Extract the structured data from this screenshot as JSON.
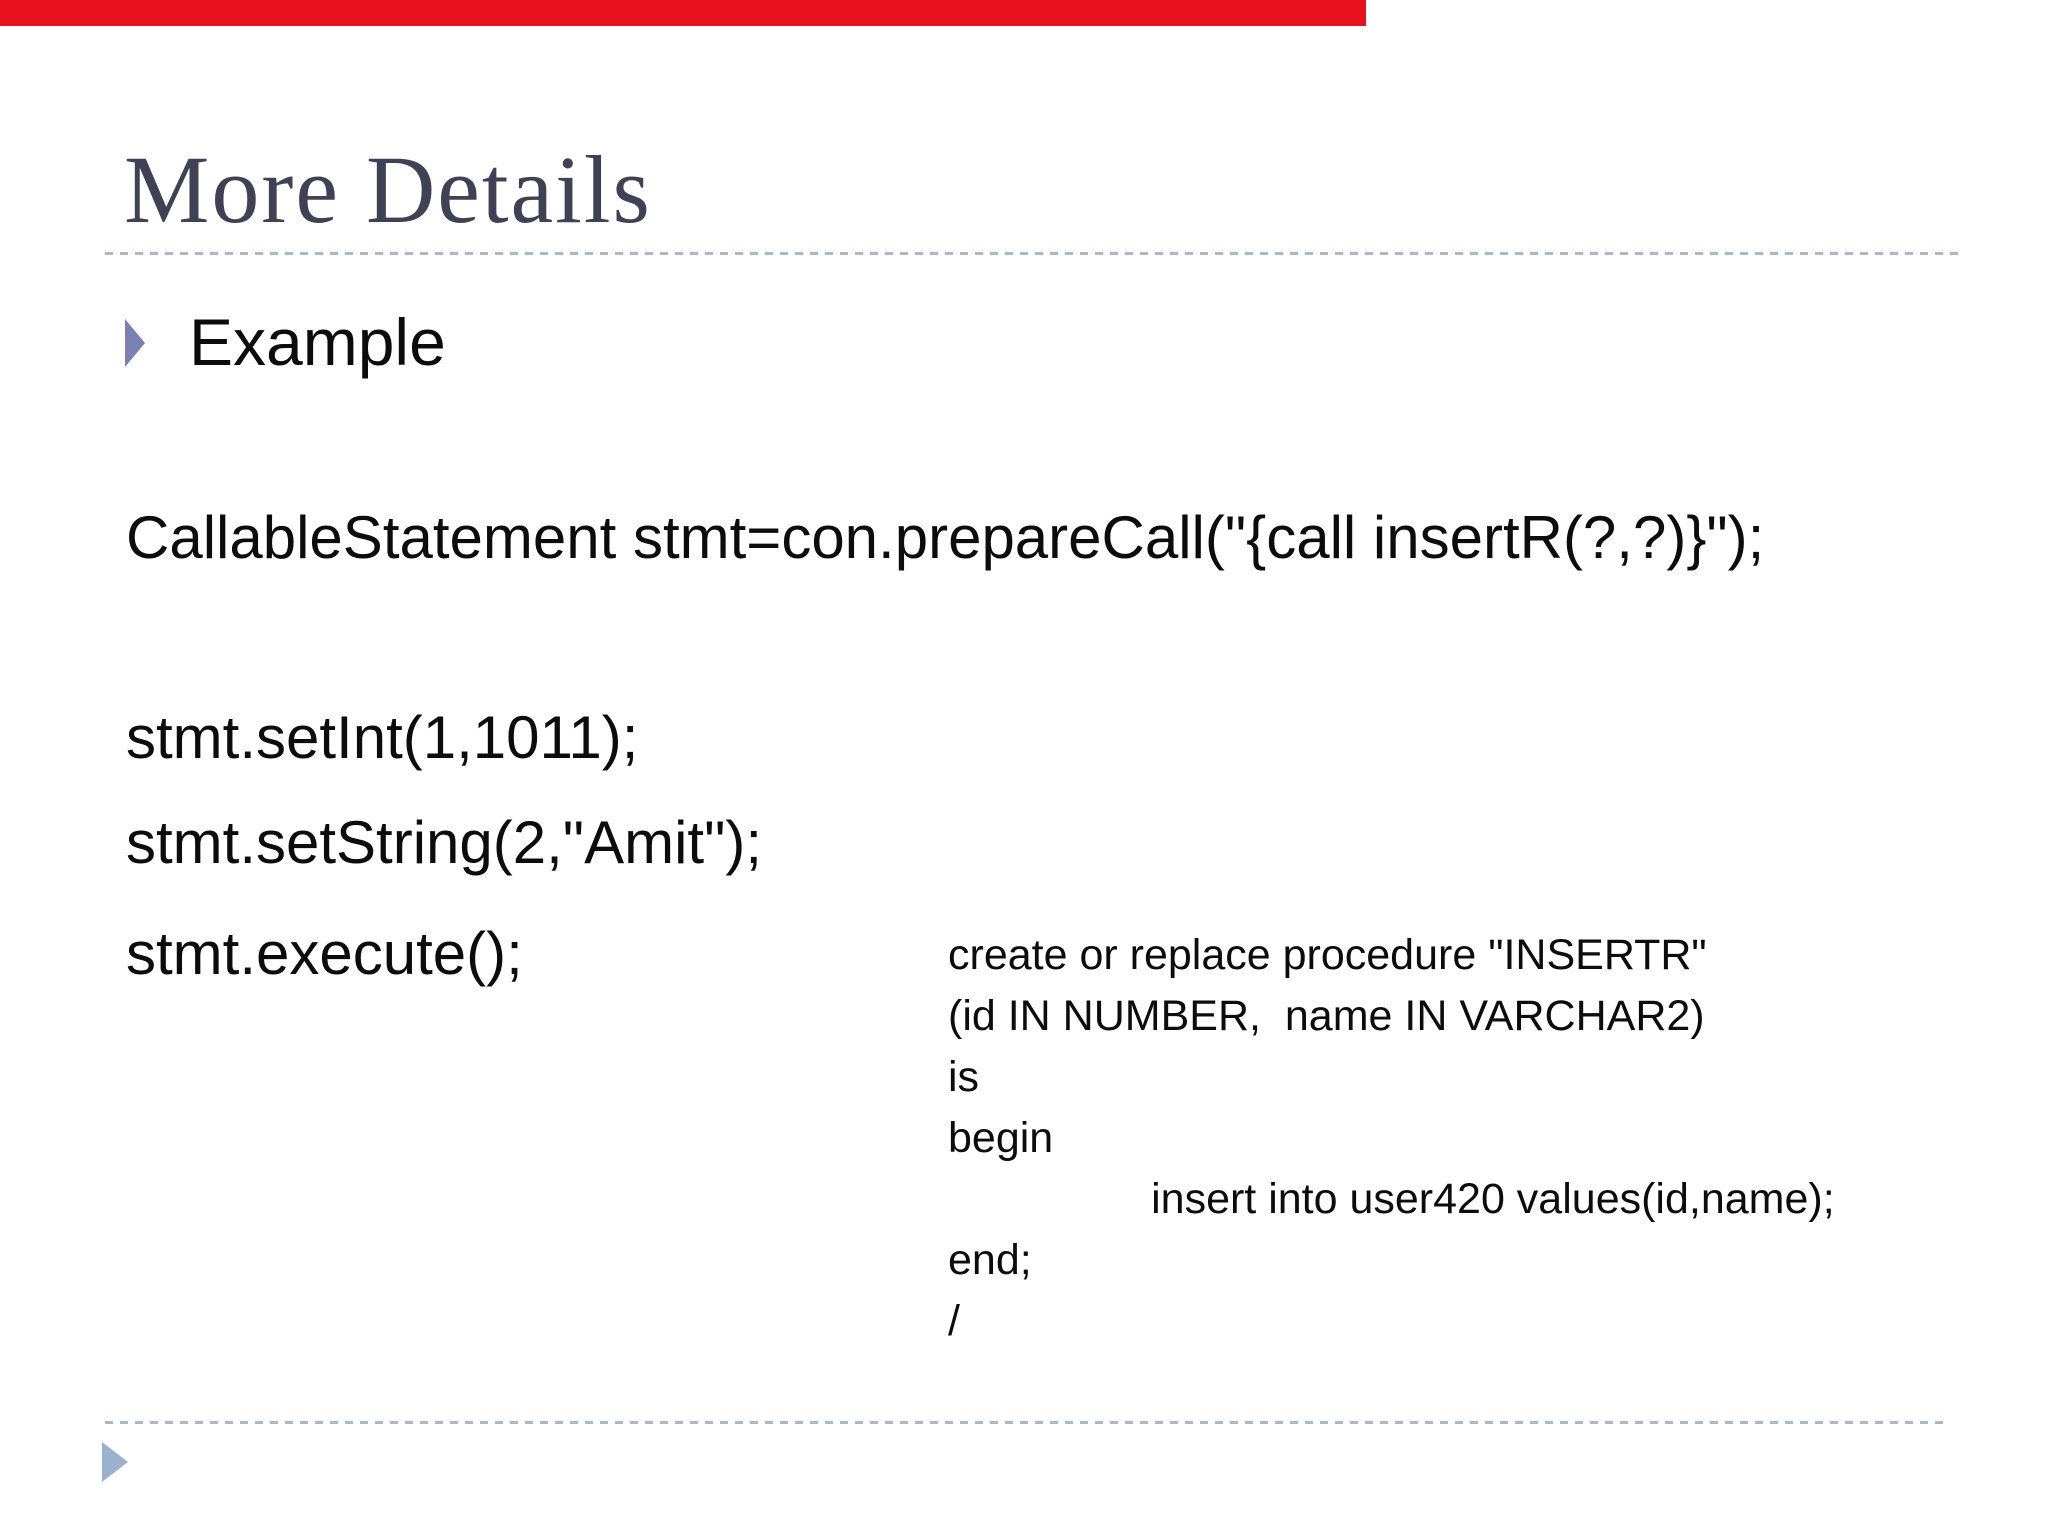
{
  "slide": {
    "title": "More Details",
    "bullet_label": "Example",
    "code_lines": [
      "CallableStatement stmt=con.prepareCall(\"{call insertR(?,?)}\");",
      "stmt.setInt(1,1011);",
      "stmt.setString(2,\"Amit\");",
      "stmt.execute();"
    ],
    "procedure": {
      "lines": [
        "create or replace procedure \"INSERTR\"",
        "(id IN NUMBER,  name IN VARCHAR2)",
        "is",
        "begin",
        "                 insert into user420 values(id,name);",
        "end;",
        "/"
      ]
    },
    "icons": {
      "bullet": "right-triangle",
      "footer": "right-triangle"
    },
    "colors": {
      "progress_bar": "#e8101c",
      "title_text": "#3f4254",
      "rule": "#a7b9cd",
      "bullet_triangle": "#7c81b5",
      "footer_triangle": "#9cb1cf",
      "code_text": "#0c0c0c"
    }
  }
}
